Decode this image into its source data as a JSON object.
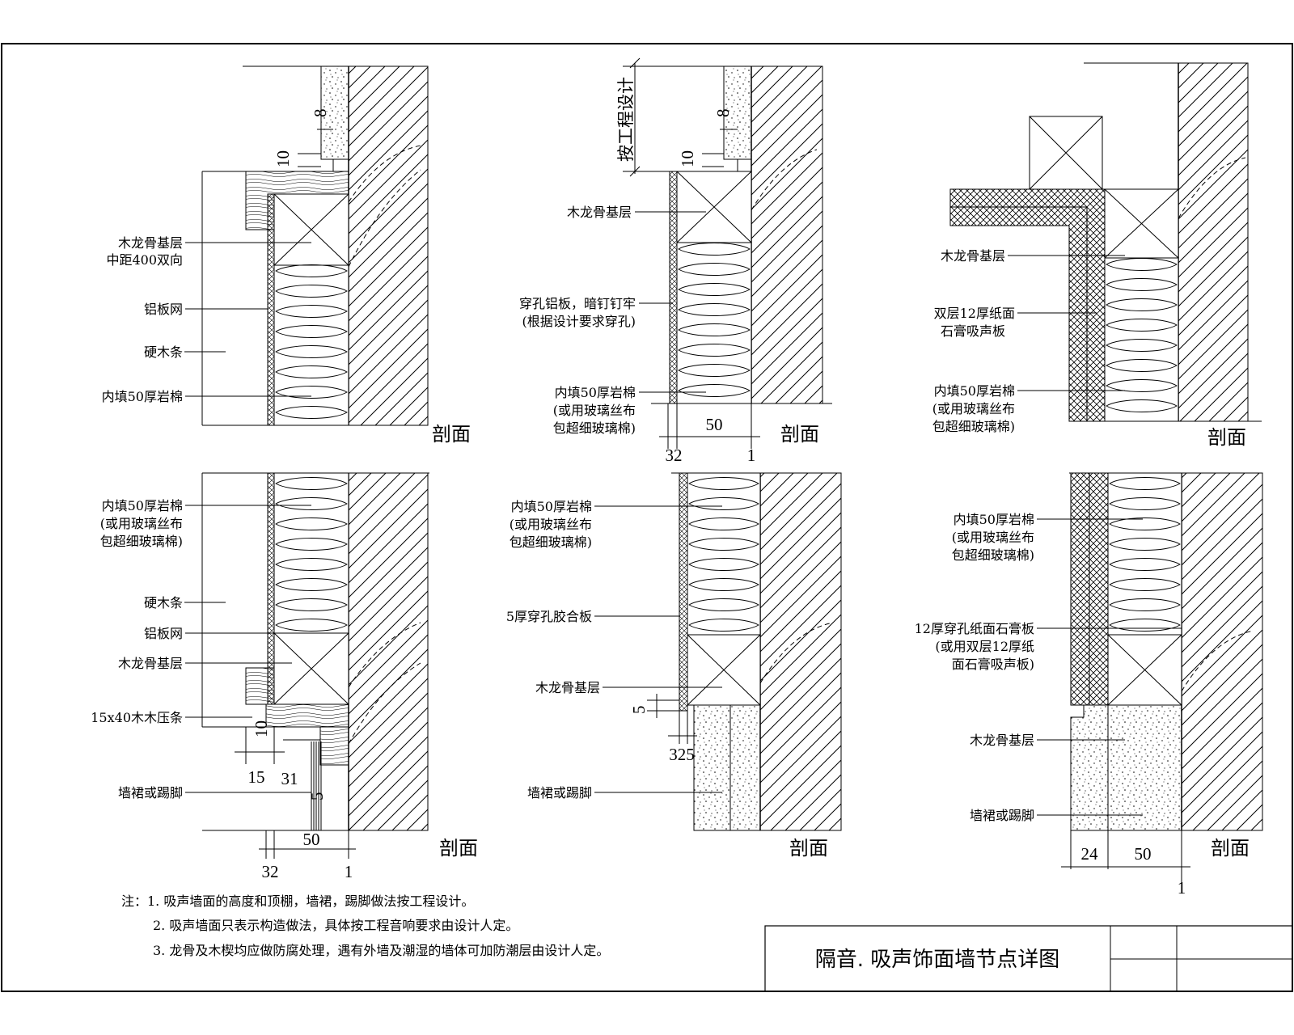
{
  "title_block": {
    "title": "隔音. 吸声饰面墙节点详图"
  },
  "notes": [
    "注：1. 吸声墙面的高度和顶棚，墙裙，踢脚做法按工程设计。",
    "2. 吸声墙面只表示构造做法，具体按工程音响要求由设计人定。",
    "3. 龙骨及木楔均应做防腐处理，遇有外墙及潮湿的墙体可加防潮层由设计人定。"
  ],
  "details": {
    "d1": {
      "section": "剖面",
      "labels": [
        "木龙骨基层",
        "中距400双向",
        "铝板网",
        "硬木条",
        "内填50厚岩棉"
      ],
      "dims": [
        "8",
        "10"
      ]
    },
    "d2": {
      "section": "剖面",
      "labels": [
        "木龙骨基层",
        "穿孔铝板，暗钉钉牢",
        "(根据设计要求穿孔)",
        "内填50厚岩棉",
        "(或用玻璃丝布",
        "包超细玻璃棉)"
      ],
      "dims": [
        "按工程设计",
        "8",
        "10",
        "50",
        "32",
        "1"
      ]
    },
    "d3": {
      "section": "剖面",
      "labels": [
        "木龙骨基层",
        "双层12厚纸面",
        "石膏吸声板",
        "内填50厚岩棉",
        "(或用玻璃丝布",
        "包超细玻璃棉)"
      ]
    },
    "d4": {
      "section": "剖面",
      "labels": [
        "内填50厚岩棉",
        "(或用玻璃丝布",
        "包超细玻璃棉)",
        "硬木条",
        "铝板网",
        "木龙骨基层",
        "15x40木木压条",
        "墙裙或踢脚"
      ],
      "dims": [
        "10",
        "15",
        "31",
        "5",
        "50",
        "32",
        "1"
      ]
    },
    "d5": {
      "section": "剖面",
      "labels": [
        "内填50厚岩棉",
        "(或用玻璃丝布",
        "包超细玻璃棉)",
        "5厚穿孔胶合板",
        "木龙骨基层",
        "墙裙或踢脚"
      ],
      "dims": [
        "5",
        "325"
      ]
    },
    "d6": {
      "section": "剖面",
      "labels": [
        "内填50厚岩棉",
        "(或用玻璃丝布",
        "包超细玻璃棉)",
        "12厚穿孔纸面石膏板",
        "(或用双层12厚纸",
        "面石膏吸声板)",
        "木龙骨基层",
        "墙裙或踢脚"
      ],
      "dims": [
        "24",
        "50",
        "1"
      ]
    }
  }
}
